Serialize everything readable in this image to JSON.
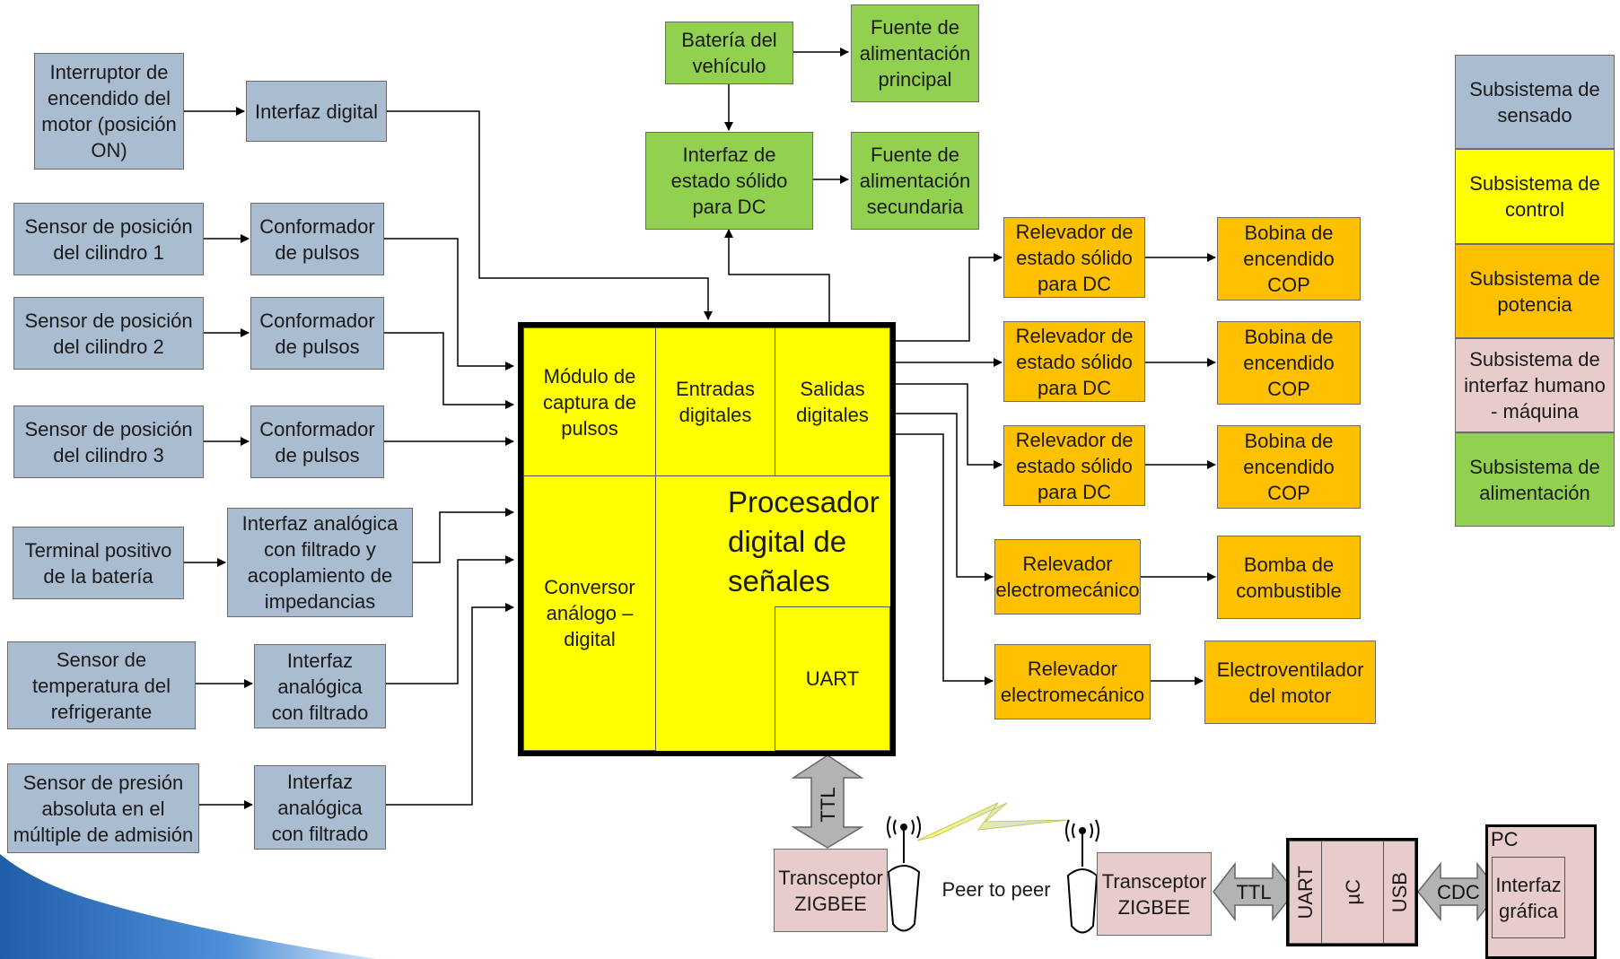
{
  "sensing": {
    "ignition_switch": "Interruptor de\nencendido del\nmotor (posición\nON)",
    "digital_interface": "Interfaz digital",
    "cyl1_sensor": "Sensor de posición\ndel cilindro 1",
    "cyl2_sensor": "Sensor de posición\ndel cilindro 2",
    "cyl3_sensor": "Sensor de posición\ndel cilindro 3",
    "pulse_shaper": "Conformador\nde pulsos",
    "battery_terminal": "Terminal positivo\nde la batería",
    "analog_filter_coupling": "Interfaz analógica\ncon filtrado y\nacoplamiento de\nimpedancias",
    "coolant_sensor": "Sensor de\ntemperatura del\nrefrigerante",
    "analog_filter": "Interfaz\nanalógica\ncon filtrado",
    "map_sensor": "Sensor de presión\nabsoluta en el\nmúltiple de admisión"
  },
  "power_supply": {
    "vehicle_battery": "Batería del\nvehículo",
    "main_supply": "Fuente de\nalimentación\nprincipal",
    "solid_state_interface": "Interfaz de\nestado sólido\npara DC",
    "secondary_supply": "Fuente de\nalimentación\nsecundaria"
  },
  "processor": {
    "capture_module": "Módulo de\ncaptura de\npulsos",
    "digital_inputs": "Entradas\ndigitales",
    "digital_outputs": "Salidas\ndigitales",
    "title": "Procesador\ndigital de\nseñales",
    "adc": "Conversor\nanálogo –\ndigital",
    "uart": "UART"
  },
  "power_stage": {
    "ssr_dc": "Relevador de\nestado sólido\npara DC",
    "cop_coil": "Bobina de\nencendido\nCOP",
    "em_relay": "Relevador\nelectromecánico",
    "fuel_pump": "Bomba de\ncombustible",
    "fan": "Electroventilador\ndel motor"
  },
  "comms": {
    "ttl": "TTL",
    "transceiver": "Transceptor\nZIGBEE",
    "peer": "Peer to peer",
    "uart": "UART",
    "uc": "µC",
    "usb": "USB",
    "cdc": "CDC",
    "pc": "PC",
    "gui": "Interfaz\ngráfica"
  },
  "legend": [
    {
      "label": "Subsistema de\nsensado",
      "color": "#a9bcd0"
    },
    {
      "label": "Subsistema de\ncontrol",
      "color": "#ffff00"
    },
    {
      "label": "Subsistema de\npotencia",
      "color": "#ffc000"
    },
    {
      "label": "Subsistema de\ninterfaz humano\n- máquina",
      "color": "#e8cccc"
    },
    {
      "label": "Subsistema de\nalimentación",
      "color": "#92d050"
    }
  ]
}
